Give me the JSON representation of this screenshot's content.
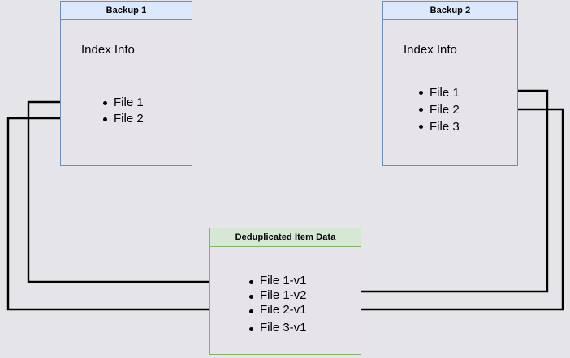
{
  "diagram": {
    "title_semantic": "backup-deduplication-diagram",
    "background_color": "#e5e4e9",
    "edge_color": "#000000"
  },
  "nodes": {
    "backup1": {
      "header": "Backup 1",
      "body_label": "Index Info",
      "header_fill": "#dae8fc",
      "border_color": "#6c8ebf",
      "items": [
        {
          "label": "File 1"
        },
        {
          "label": "File 2"
        }
      ]
    },
    "backup2": {
      "header": "Backup 2",
      "body_label": "Index Info",
      "header_fill": "#dae8fc",
      "border_color": "#6c8ebf",
      "items": [
        {
          "label": "File 1"
        },
        {
          "label": "File 2"
        },
        {
          "label": "File 3"
        }
      ]
    },
    "dedup": {
      "header": "Deduplicated Item Data",
      "header_fill": "#d5e8d4",
      "border_color": "#82b366",
      "items": [
        {
          "label": "File 1-v1"
        },
        {
          "label": "File 1-v2"
        },
        {
          "label": "File 2-v1"
        },
        {
          "label": "File 3-v1"
        }
      ]
    }
  },
  "edges": [
    {
      "from": "backup1.File 1",
      "to": "dedup.File 1-v1",
      "direction": "right"
    },
    {
      "from": "backup1.File 2",
      "to": "dedup.File 2-v1",
      "direction": "right"
    },
    {
      "from": "backup2.File 1",
      "to": "dedup.File 1-v2",
      "direction": "left"
    },
    {
      "from": "backup2.File 2",
      "to": "dedup.File 2-v1",
      "direction": "left"
    }
  ]
}
